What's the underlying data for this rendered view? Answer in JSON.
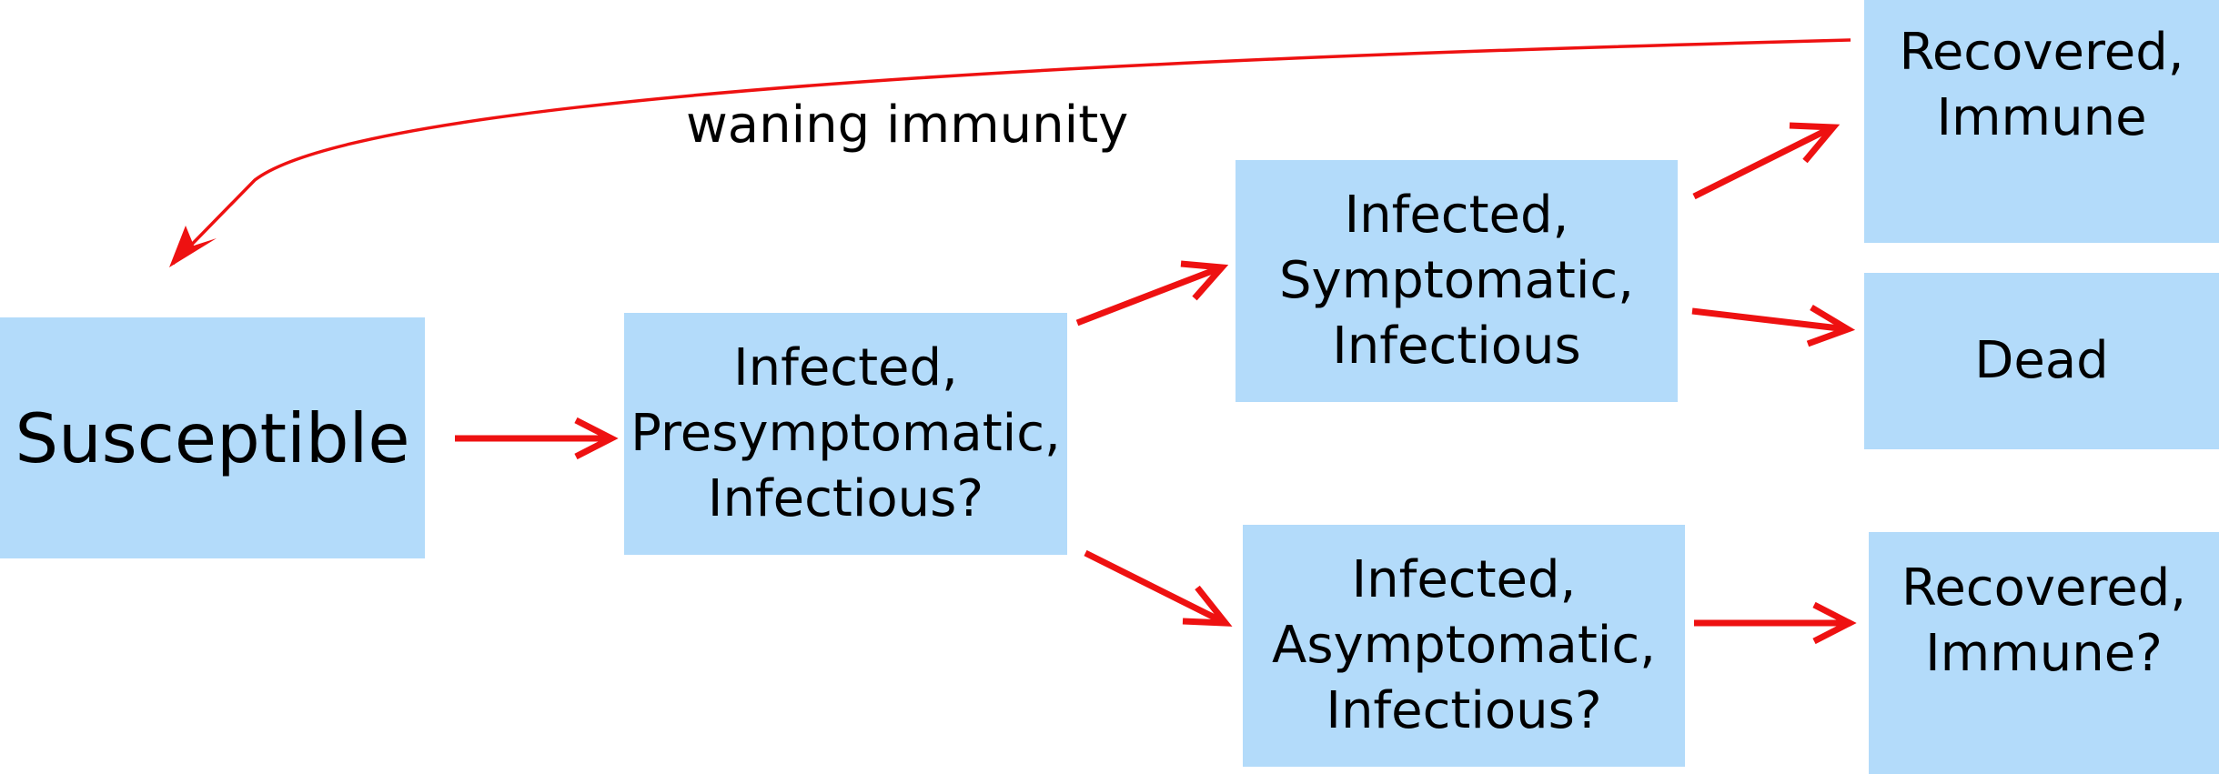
{
  "diagram": {
    "nodes": [
      {
        "id": "susceptible",
        "label": "Susceptible"
      },
      {
        "id": "presymptomatic",
        "label": "Infected,\nPresymptomatic,\nInfectious?"
      },
      {
        "id": "symptomatic",
        "label": "Infected,\nSymptomatic,\nInfectious"
      },
      {
        "id": "asymptomatic",
        "label": "Infected,\nAsymptomatic,\nInfectious?"
      },
      {
        "id": "recovered",
        "label": "Recovered,\nImmune"
      },
      {
        "id": "dead",
        "label": "Dead"
      },
      {
        "id": "recovered_q",
        "label": "Recovered,\nImmune?"
      }
    ],
    "edges": [
      {
        "from": "susceptible",
        "to": "presymptomatic",
        "label": ""
      },
      {
        "from": "presymptomatic",
        "to": "symptomatic",
        "label": ""
      },
      {
        "from": "presymptomatic",
        "to": "asymptomatic",
        "label": ""
      },
      {
        "from": "symptomatic",
        "to": "recovered",
        "label": ""
      },
      {
        "from": "symptomatic",
        "to": "dead",
        "label": ""
      },
      {
        "from": "asymptomatic",
        "to": "recovered_q",
        "label": ""
      },
      {
        "from": "recovered",
        "to": "susceptible",
        "label": "waning immunity"
      }
    ],
    "colors": {
      "node_fill": "#b3dbfa",
      "arrow": "#ee1111",
      "text": "#000000"
    }
  }
}
